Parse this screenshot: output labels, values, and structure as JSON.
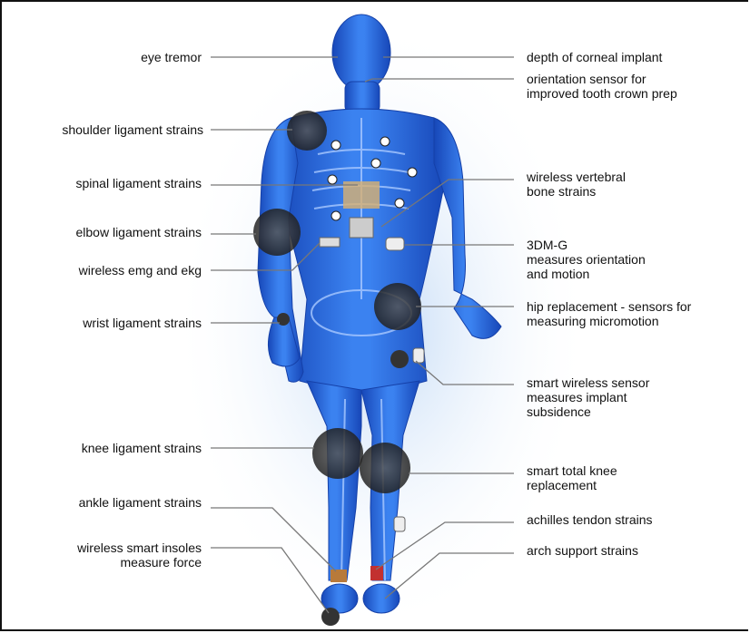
{
  "left_labels": {
    "eye_tremor": "eye tremor",
    "shoulder": "shoulder ligament strains",
    "spinal": "spinal ligament strains",
    "elbow": "elbow ligament strains",
    "emg": "wireless emg and ekg",
    "wrist": "wrist ligament strains",
    "knee": "knee ligament strains",
    "ankle": "ankle ligament strains",
    "insoles_line1": "wireless smart insoles",
    "insoles_line2": "measure force"
  },
  "right_labels": {
    "corneal": "depth of corneal implant",
    "tooth_line1": "orientation sensor for",
    "tooth_line2": "improved tooth crown prep",
    "vertebral_line1": "wireless vertebral",
    "vertebral_line2": "bone strains",
    "dmg_line1": "3DM-G",
    "dmg_line2": "measures orientation",
    "dmg_line3": "and motion",
    "hip_line1": "hip replacement - sensors for",
    "hip_line2": "measuring micromotion",
    "subsidence_line1": "smart wireless sensor",
    "subsidence_line2": "measures implant",
    "subsidence_line3": "subsidence",
    "totalknee_line1": "smart total knee",
    "totalknee_line2": "replacement",
    "achilles": "achilles tendon strains",
    "arch": "arch support strains"
  },
  "colors": {
    "body_blue": "#1f5fd6",
    "body_light": "#6fa8ff",
    "glow": "#bcd6f5",
    "leader": "#777777",
    "sensor_dark": "#333333"
  }
}
